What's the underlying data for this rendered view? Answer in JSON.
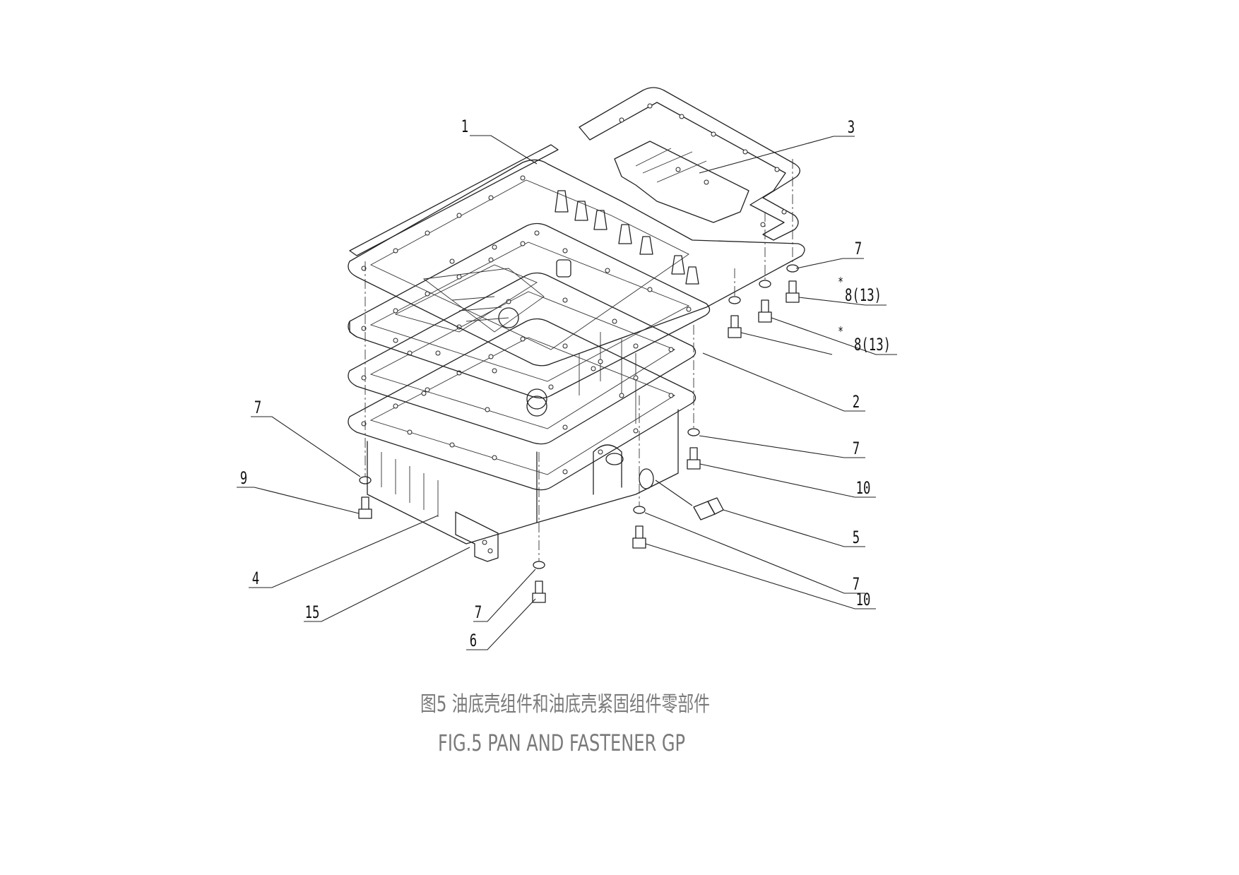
{
  "figure": {
    "caption_cn": "图5 油底壳组件和油底壳紧固组件零部件",
    "caption_en": "FIG.5 PAN AND FASTENER GP"
  },
  "callouts": [
    {
      "id": "c1",
      "label": "1"
    },
    {
      "id": "c3",
      "label": "3"
    },
    {
      "id": "c7a",
      "label": "7"
    },
    {
      "id": "c8a",
      "label": "8(13)",
      "mark": "*"
    },
    {
      "id": "c8b",
      "label": "8(13)",
      "mark": "*"
    },
    {
      "id": "c2",
      "label": "2"
    },
    {
      "id": "c7b",
      "label": "7"
    },
    {
      "id": "c10a",
      "label": "10"
    },
    {
      "id": "c5",
      "label": "5"
    },
    {
      "id": "c7c",
      "label": "7"
    },
    {
      "id": "c10b",
      "label": "10"
    },
    {
      "id": "c7d",
      "label": "7"
    },
    {
      "id": "c9",
      "label": "9"
    },
    {
      "id": "c4",
      "label": "4"
    },
    {
      "id": "c15",
      "label": "15"
    },
    {
      "id": "c7e",
      "label": "7"
    },
    {
      "id": "c6",
      "label": "6"
    }
  ]
}
